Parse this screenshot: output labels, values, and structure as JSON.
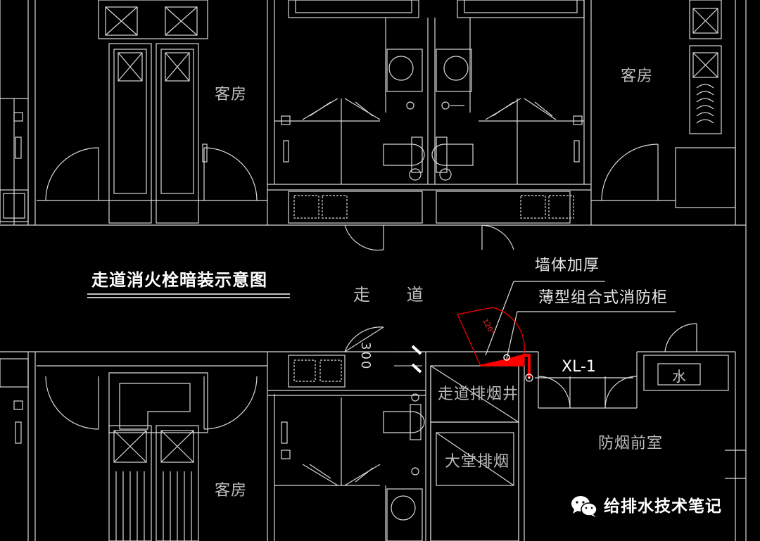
{
  "drawing": {
    "title": "走道消火栓暗装示意图",
    "corridor_label": "走 道",
    "rooms": {
      "guest_room_top_left": "客房",
      "guest_room_top_right": "客房",
      "guest_room_bottom": "客房",
      "corridor_smoke_shaft": "走道排烟井",
      "lobby_smoke": "大堂排烟",
      "smoke_prevention_anteroom": "防烟前室",
      "water_shaft": "水"
    },
    "callouts": {
      "wall_thickening": "墙体加厚",
      "cabinet": "薄型组合式消防柜"
    },
    "pipe_label": "XL-1",
    "dimension": "300",
    "door_angle": "120°",
    "accent_color": "#ff0000",
    "line_color": "#d9d9d9"
  },
  "watermark": {
    "text": "给排水技术笔记",
    "icon": "wechat-icon"
  }
}
